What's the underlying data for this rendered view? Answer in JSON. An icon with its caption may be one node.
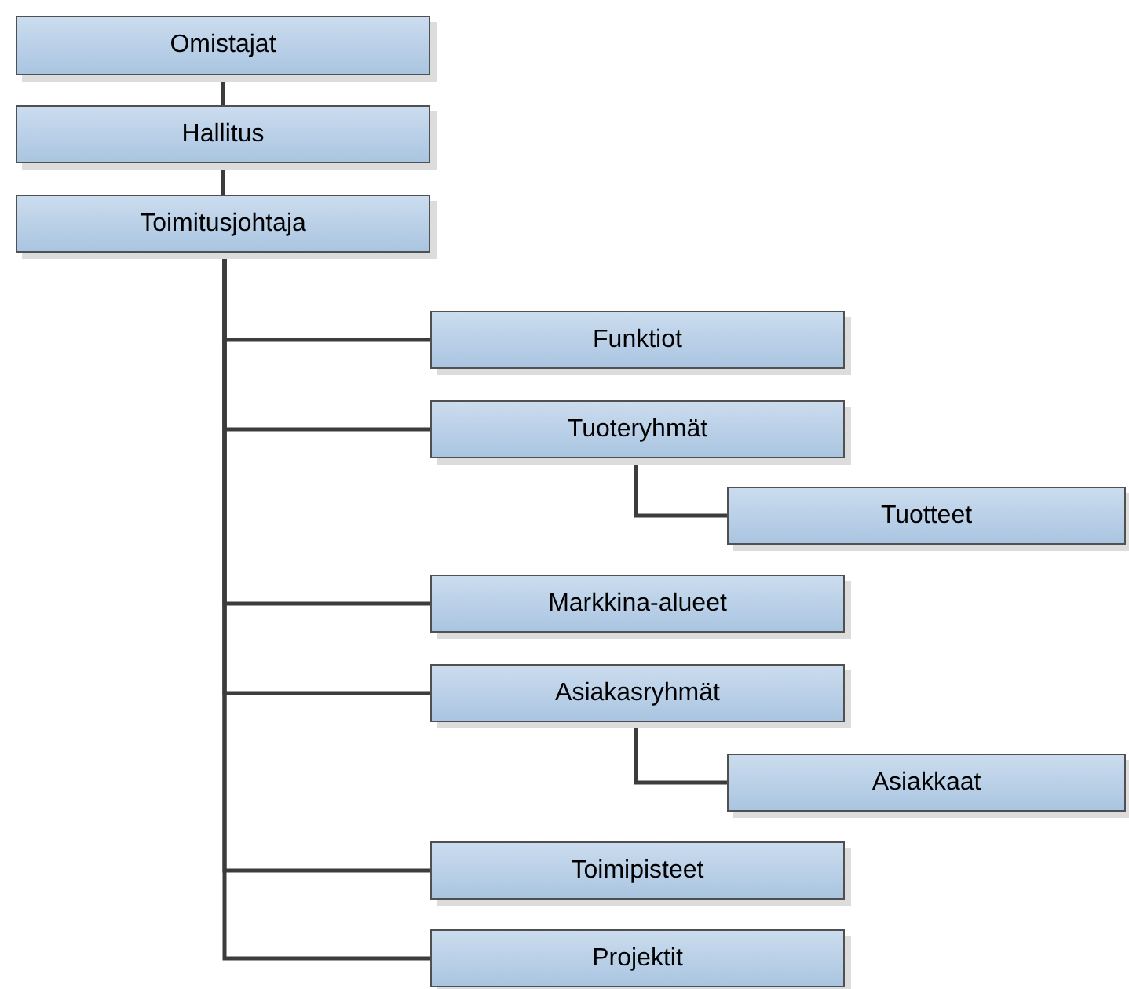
{
  "diagram": {
    "nodes": [
      {
        "text": [
          "Omistajat"
        ]
      },
      {
        "text": [
          "Hallitus"
        ]
      },
      {
        "text": [
          "Toimitusjohtaja"
        ]
      },
      {
        "text": [
          "Funktiot"
        ]
      },
      {
        "text": [
          "Tuoteryhmät"
        ]
      },
      {
        "text": [
          "Tuotteet"
        ]
      },
      {
        "text": [
          "Markkina-alueet"
        ]
      },
      {
        "text": [
          "Asiakasryhmät"
        ]
      },
      {
        "text": [
          "Asiakkaat"
        ]
      },
      {
        "text": [
          "Toimipisteet"
        ]
      },
      {
        "text": [
          "Projektit"
        ]
      }
    ],
    "edges": [
      {
        "from": 0,
        "to": 1,
        "arrow": "none"
      },
      {
        "from": 1,
        "to": 2,
        "arrow": "none"
      },
      {
        "from": 2,
        "to": 3,
        "arrow": "none"
      },
      {
        "from": 2,
        "to": 4,
        "arrow": "none"
      },
      {
        "from": 4,
        "to": 5,
        "arrow": "none"
      },
      {
        "from": 2,
        "to": 6,
        "arrow": "none"
      },
      {
        "from": 2,
        "to": 7,
        "arrow": "none"
      },
      {
        "from": 7,
        "to": 8,
        "arrow": "none"
      },
      {
        "from": 2,
        "to": 9,
        "arrow": "none"
      },
      {
        "from": 2,
        "to": 10,
        "arrow": "none"
      }
    ]
  }
}
